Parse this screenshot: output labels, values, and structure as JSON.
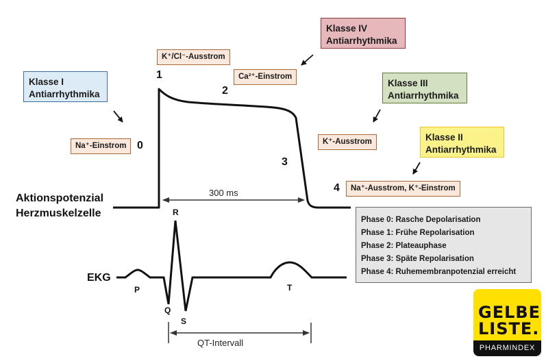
{
  "diagram": {
    "colors": {
      "klasse_I": "#dcebf5",
      "klasse_II": "#fbf38a",
      "klasse_III": "#d4e0c2",
      "klasse_IV": "#e6b8bb",
      "ion_box": "#fbe8dc",
      "phase_panel": "#e6e6e6",
      "logo_yellow": "#ffe000"
    },
    "drug_classes": [
      {
        "line1": "Klasse I",
        "line2": "Antiarrhythmika"
      },
      {
        "line1": "Klasse IV",
        "line2": "Antiarrhythmika"
      },
      {
        "line1": "Klasse III",
        "line2": "Antiarrhythmika"
      },
      {
        "line1": "Klasse II",
        "line2": "Antiarrhythmika"
      }
    ],
    "ion_currents": {
      "phase0": "Na⁺-Einstrom",
      "phase1": "K⁺/Cl⁻-Ausstrom",
      "phase2": "Ca²⁺-Einstrom",
      "phase3": "K⁺-Ausstrom",
      "phase4": "Na⁺-Ausstrom, K⁺-Einstrom"
    },
    "phase_numbers": [
      "0",
      "1",
      "2",
      "3",
      "4"
    ],
    "labels": {
      "ap_line1": "Aktionspotenzial",
      "ap_line2": "Herzmuskelzelle",
      "ekg": "EKG",
      "ap_duration": "300 ms",
      "qt_interval": "QT-Intervall"
    },
    "ekg_waves": {
      "P": "P",
      "Q": "Q",
      "R": "R",
      "S": "S",
      "T": "T"
    },
    "phase_descriptions": [
      "Phase 0: Rasche Depolarisation",
      "Phase 1: Frühe Repolarisation",
      "Phase 2: Plateauphase",
      "Phase 3: Späte Repolarisation",
      "Phase 4: Ruhemembranpotenzial erreicht"
    ],
    "logo": {
      "line1": "GELBE",
      "line2": "LISTE.",
      "subline": "PHARMINDEX"
    }
  }
}
